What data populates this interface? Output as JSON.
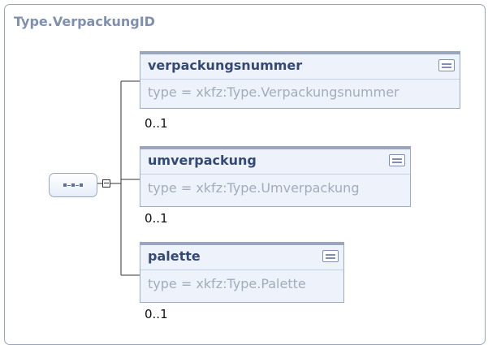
{
  "diagram": {
    "title": "Type.VerpackungID",
    "elements": [
      {
        "name": "verpackungsnummer",
        "type": "type = xkfz:Type.Verpackungsnummer",
        "cardinality": "0..1"
      },
      {
        "name": "umverpackung",
        "type": "type = xkfz:Type.Umverpackung",
        "cardinality": "0..1"
      },
      {
        "name": "palette",
        "type": "type = xkfz:Type.Palette",
        "cardinality": "0..1"
      }
    ]
  },
  "colors": {
    "frame_border": "#9aa4b4",
    "title_text": "#7e8fb0",
    "element_fill": "#eef2fa",
    "element_name": "#344a75",
    "type_text": "#a3acbb"
  }
}
